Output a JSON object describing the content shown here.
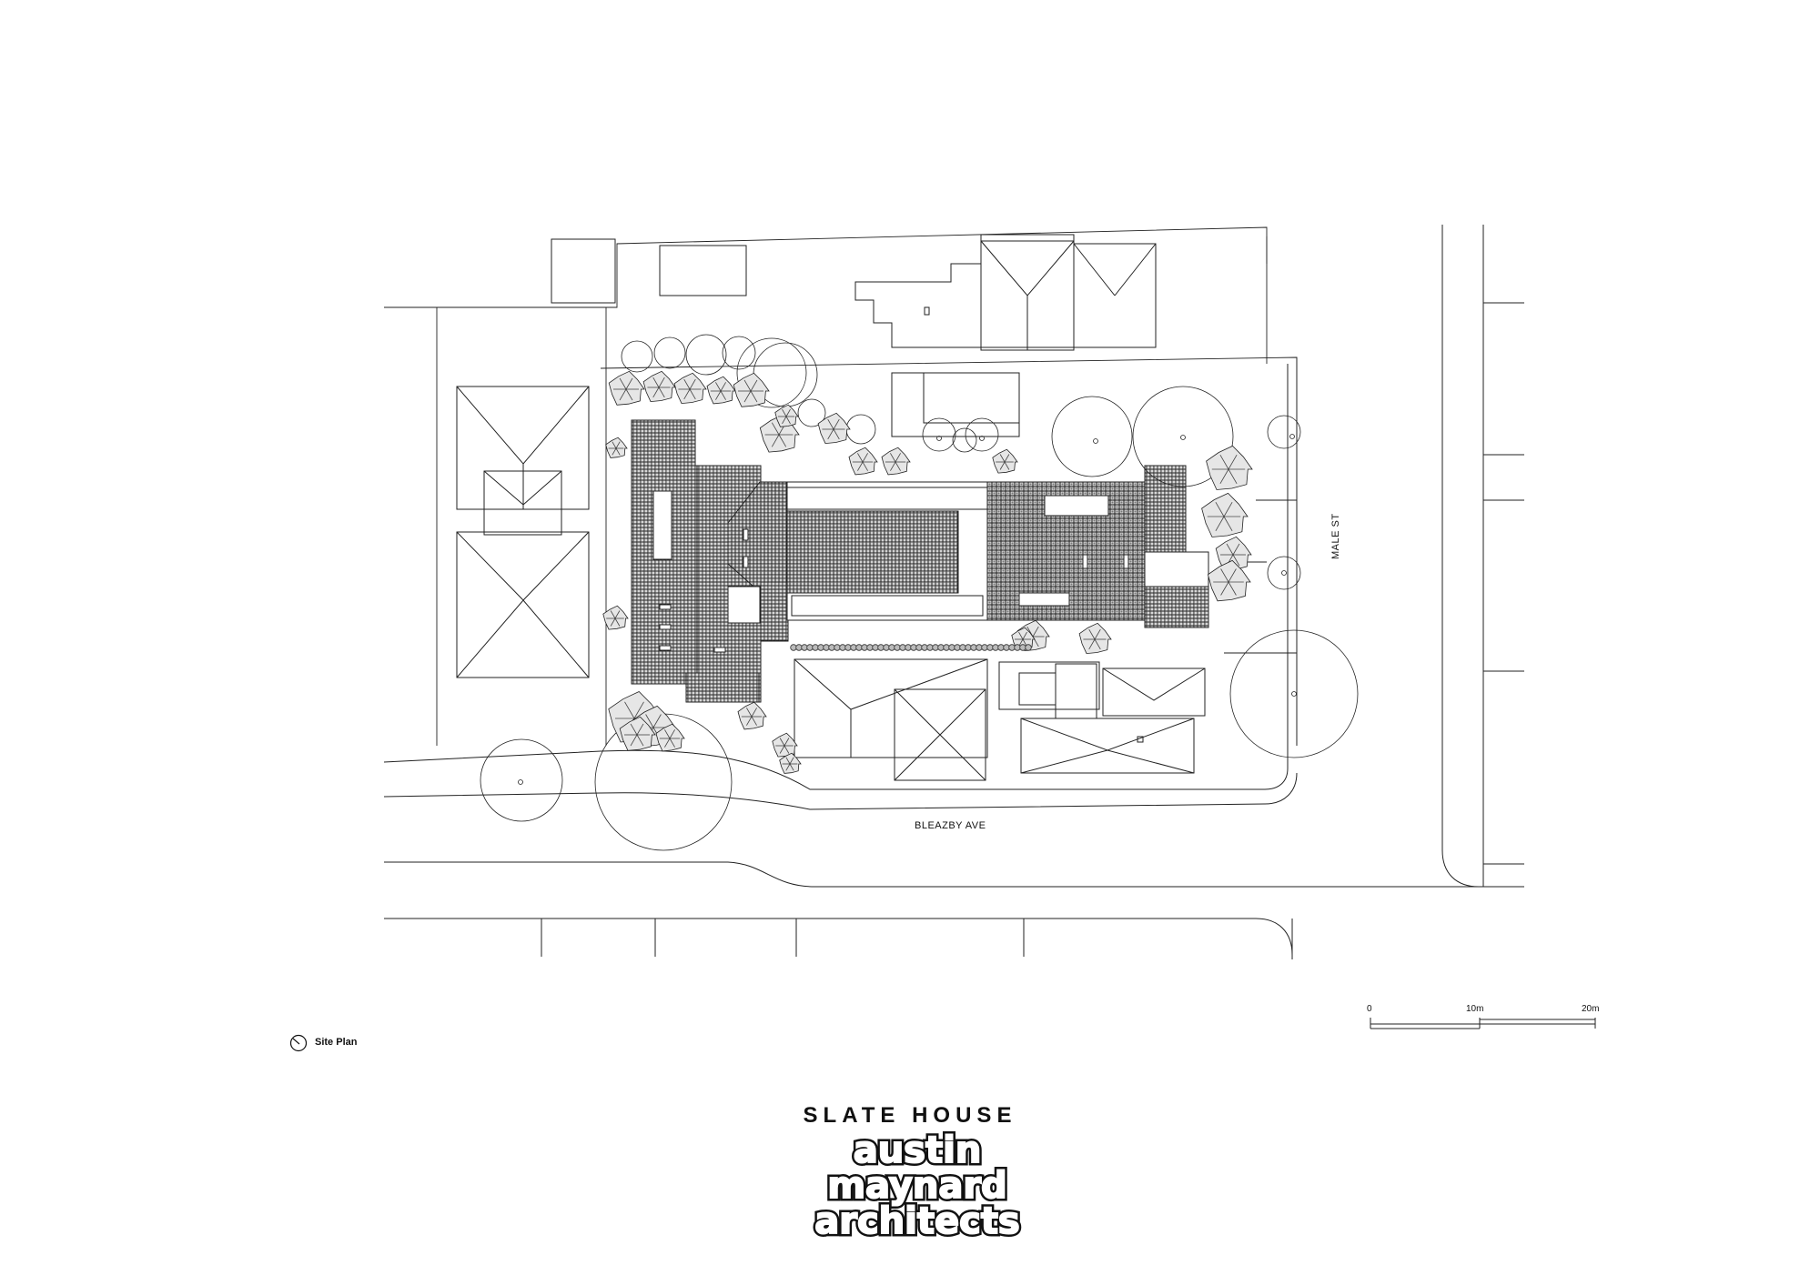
{
  "streets": {
    "south": "BLEAZBY AVE",
    "east": "MALE ST"
  },
  "scale_bar": {
    "ticks": [
      "0",
      "10m",
      "20m"
    ]
  },
  "drawing_label": "Site Plan",
  "project_title": "SLATE HOUSE",
  "logo": {
    "lines": [
      "austin",
      "maynard",
      "architects"
    ]
  },
  "icons": {
    "north": "north-arrow-icon"
  }
}
